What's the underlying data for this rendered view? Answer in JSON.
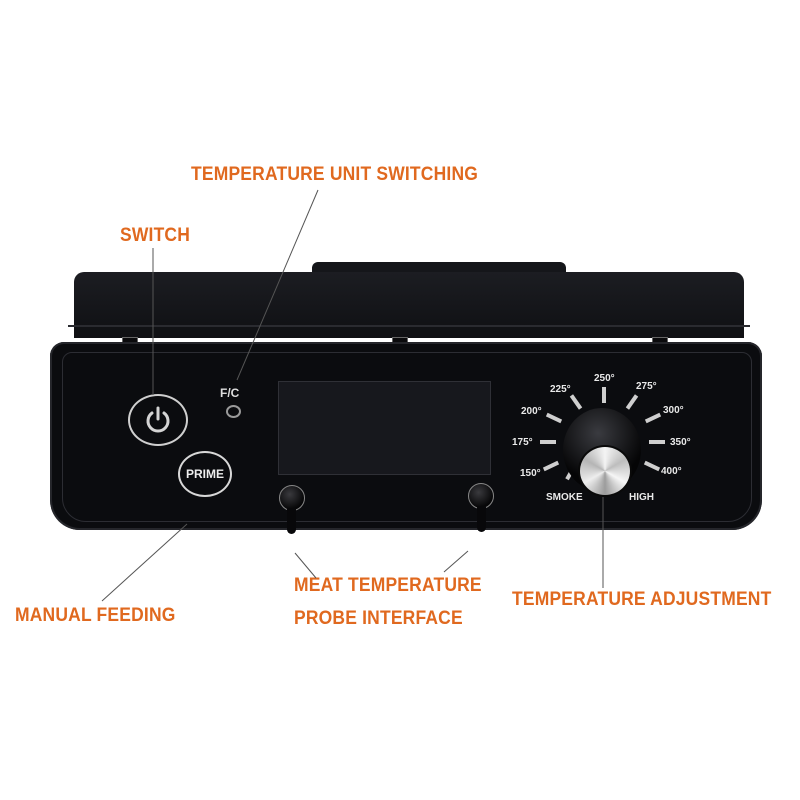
{
  "callouts": {
    "temperature_unit_switching": "TEMPERATURE UNIT SWITCHING",
    "switch": "SWITCH",
    "manual_feeding": "MANUAL FEEDING",
    "meat_probe_line1": "MEAT TEMPERATURE",
    "meat_probe_line2": "PROBE INTERFACE",
    "temperature_adjustment": "TEMPERATURE ADJUSTMENT"
  },
  "panel": {
    "fc_label": "F/C",
    "prime_label": "PRIME",
    "power_icon": "power-icon"
  },
  "dial": {
    "labels": [
      "SMOKE",
      "150°",
      "175°",
      "200°",
      "225°",
      "250°",
      "275°",
      "300°",
      "350°",
      "400°",
      "HIGH"
    ]
  },
  "colors": {
    "callout": "#e0691f",
    "device": "#0b0c0f"
  }
}
